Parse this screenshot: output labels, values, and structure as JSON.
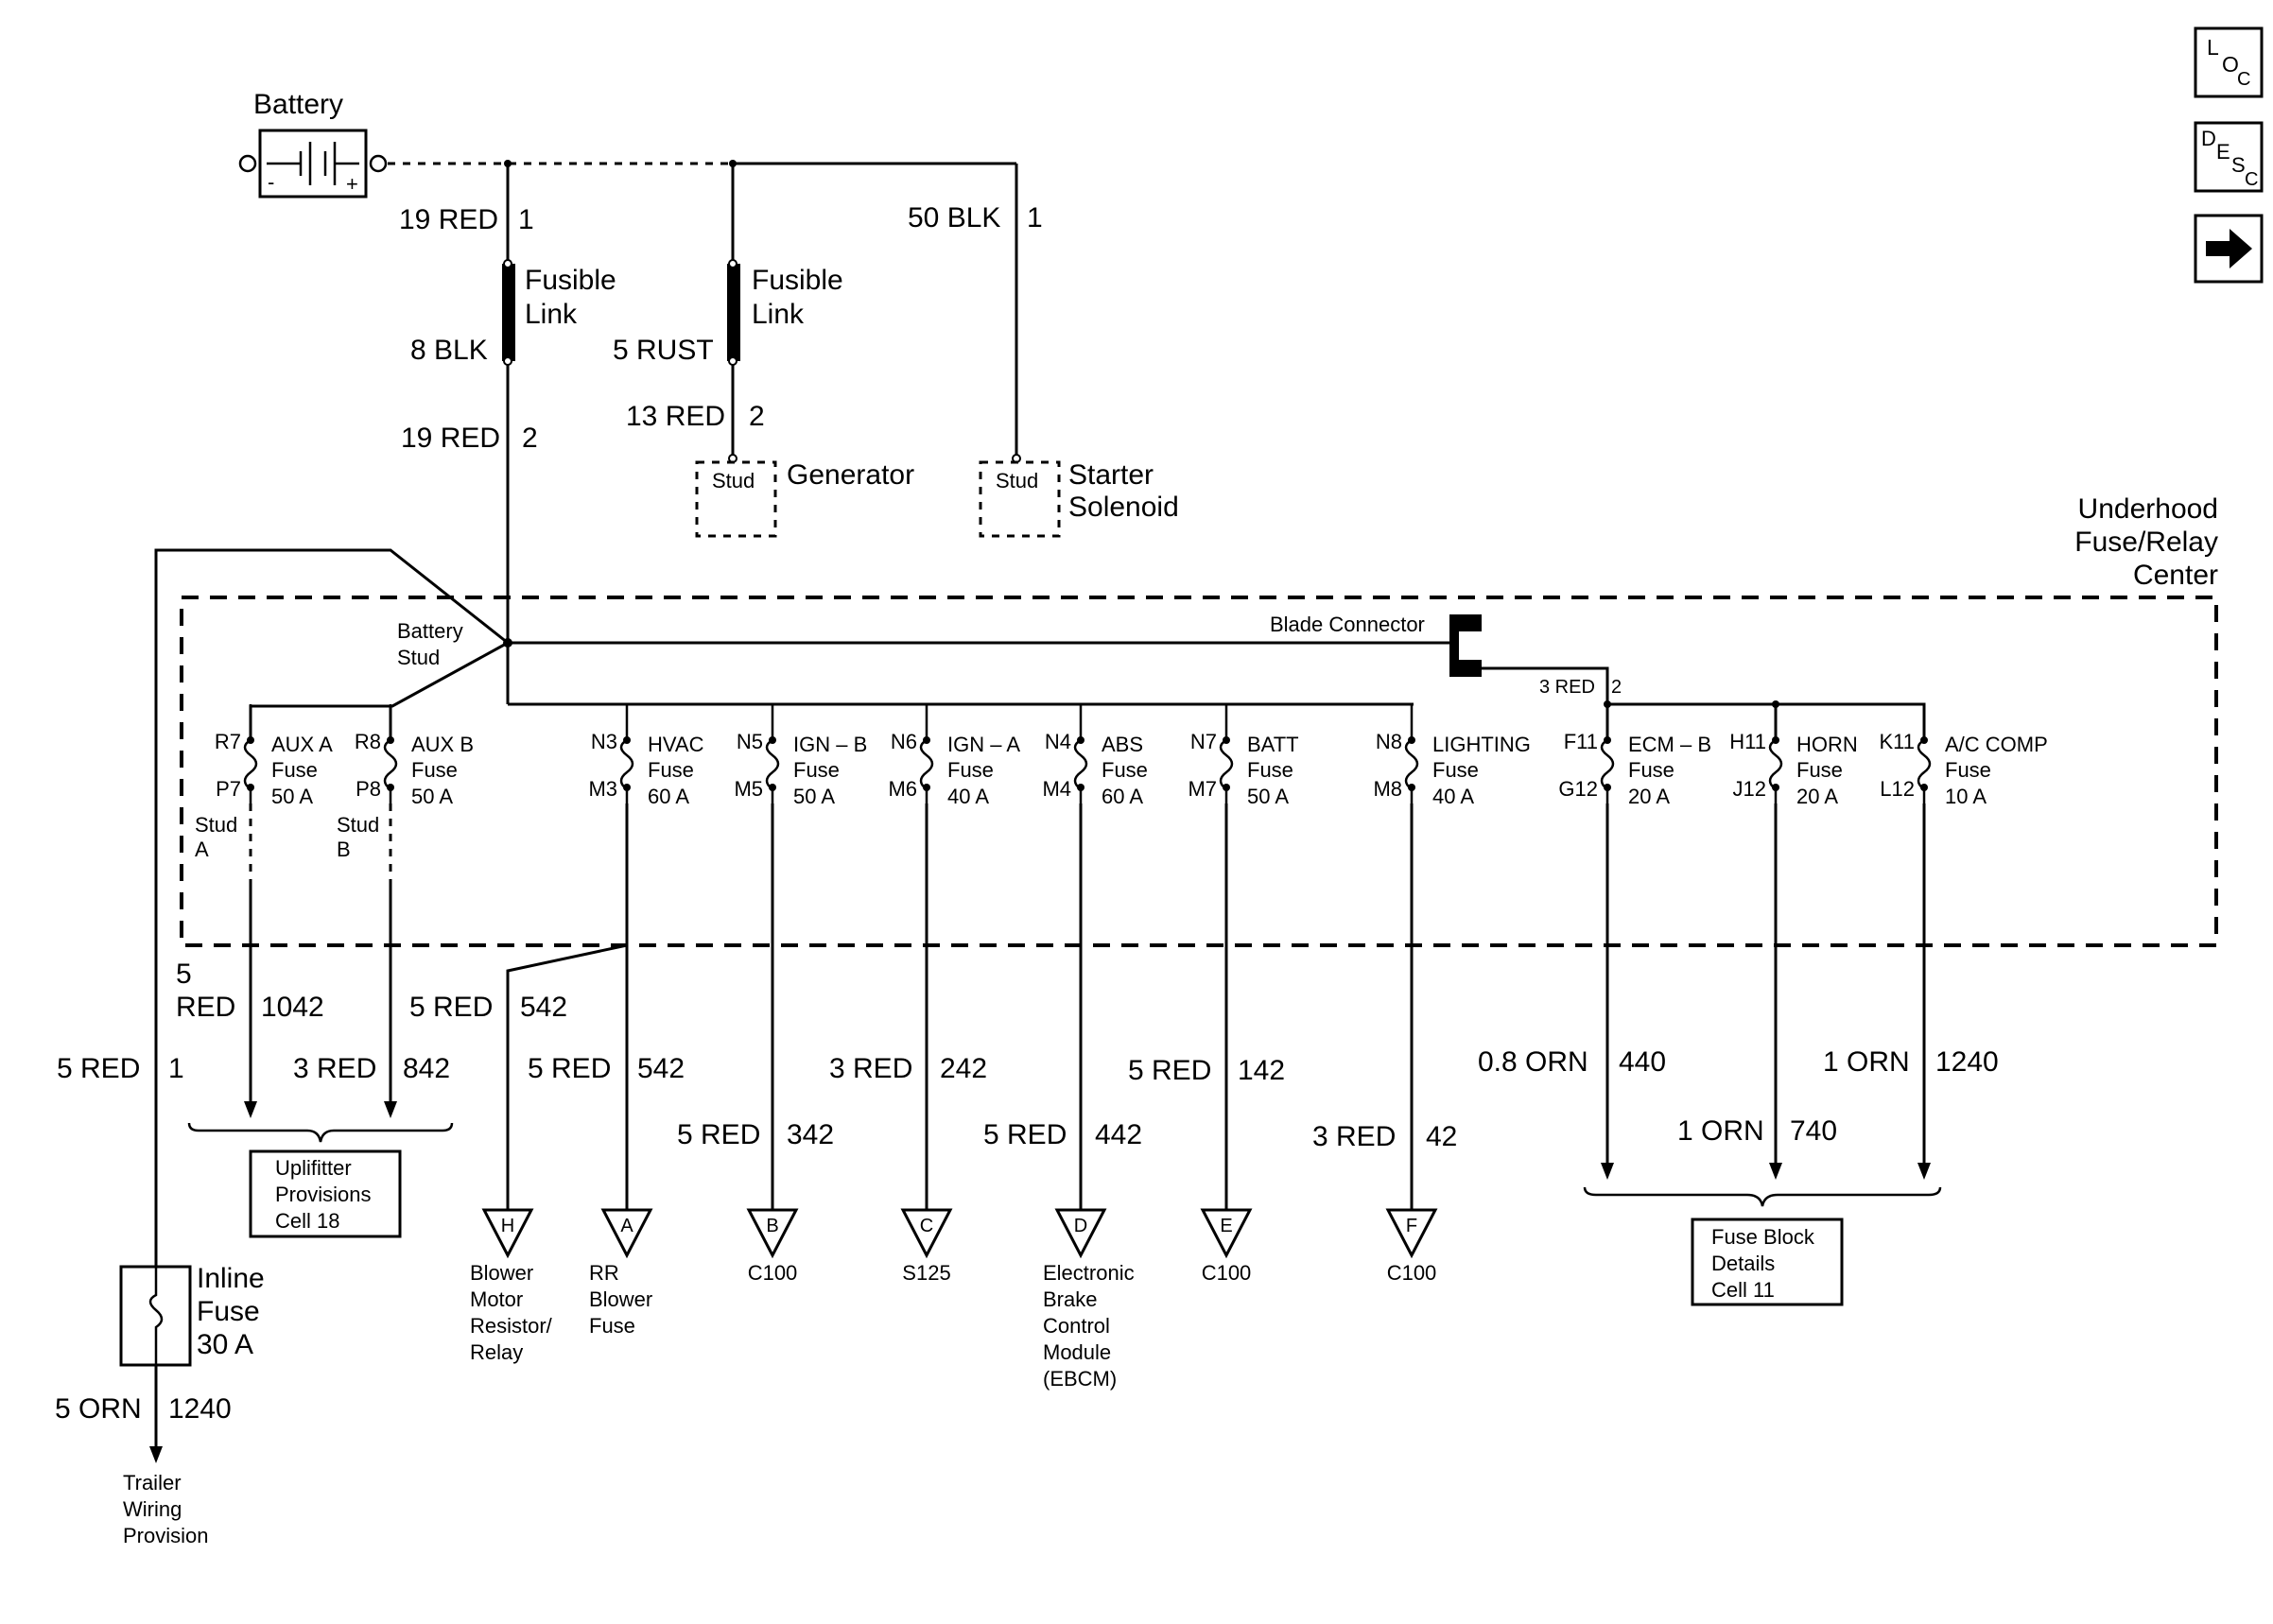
{
  "nav": {
    "loc": {
      "l": "L",
      "o": "O",
      "c": "C"
    },
    "desc": {
      "d": "D",
      "e": "E",
      "s": "S",
      "c": "C"
    },
    "next": "➔"
  },
  "battery": {
    "label": "Battery",
    "minus": "-",
    "plus": "+"
  },
  "top_wires": {
    "w1_gauge": "19 RED",
    "w1_pin": "1",
    "fl1_l1": "Fusible",
    "fl1_l2": "Link",
    "fl1_gauge": "8 BLK",
    "w1b_gauge": "19 RED",
    "w1b_pin": "2",
    "fl2_l1": "Fusible",
    "fl2_l2": "Link",
    "fl2_gauge": "5 RUST",
    "w2_gauge": "13 RED",
    "w2_pin": "2",
    "w3_gauge": "50 BLK",
    "w3_pin": "1"
  },
  "studs": {
    "gen_stud": "Stud",
    "gen_label": "Generator",
    "start_stud": "Stud",
    "start_l1": "Starter",
    "start_l2": "Solenoid"
  },
  "center": {
    "l1": "Underhood",
    "l2": "Fuse/Relay",
    "l3": "Center"
  },
  "battery_stud": {
    "l1": "Battery",
    "l2": "Stud"
  },
  "blade": {
    "label": "Blade Connector",
    "wire": "3 RED",
    "pin": "2"
  },
  "fuses": [
    {
      "top": "R7",
      "bot": "P7",
      "l1": "AUX A",
      "l2": "Fuse",
      "l3": "50 A"
    },
    {
      "top": "R8",
      "bot": "P8",
      "l1": "AUX B",
      "l2": "Fuse",
      "l3": "50 A"
    },
    {
      "top": "N3",
      "bot": "M3",
      "l1": "HVAC",
      "l2": "Fuse",
      "l3": "60 A"
    },
    {
      "top": "N5",
      "bot": "M5",
      "l1": "IGN – B",
      "l2": "Fuse",
      "l3": "50 A"
    },
    {
      "top": "N6",
      "bot": "M6",
      "l1": "IGN – A",
      "l2": "Fuse",
      "l3": "40 A"
    },
    {
      "top": "N4",
      "bot": "M4",
      "l1": "ABS",
      "l2": "Fuse",
      "l3": "60 A"
    },
    {
      "top": "N7",
      "bot": "M7",
      "l1": "BATT",
      "l2": "Fuse",
      "l3": "50 A"
    },
    {
      "top": "N8",
      "bot": "M8",
      "l1": "LIGHTING",
      "l2": "Fuse",
      "l3": "40 A"
    },
    {
      "top": "F11",
      "bot": "G12",
      "l1": "ECM – B",
      "l2": "Fuse",
      "l3": "20 A"
    },
    {
      "top": "H11",
      "bot": "J12",
      "l1": "HORN",
      "l2": "Fuse",
      "l3": "20 A"
    },
    {
      "top": "K11",
      "bot": "L12",
      "l1": "A/C COMP",
      "l2": "Fuse",
      "l3": "10 A"
    }
  ],
  "stud_ab": {
    "a1": "Stud",
    "a2": "A",
    "b1": "Stud",
    "b2": "B"
  },
  "wires": {
    "aux5red_a": "5",
    "aux5red_b": "RED",
    "c1042": "1042",
    "r542a": "5 RED",
    "c542a": "542",
    "r1": "5 RED",
    "c1": "1",
    "r842": "3 RED",
    "c842": "842",
    "r542b": "5 RED",
    "c542b": "542",
    "r242": "3 RED",
    "c242": "242",
    "r142": "5 RED",
    "c142": "142",
    "r342": "5 RED",
    "c342": "342",
    "r442": "5 RED",
    "c442": "442",
    "r42": "3 RED",
    "c42": "42",
    "r440": "0.8 ORN",
    "c440": "440",
    "r1240": "1 ORN",
    "c1240": "1240",
    "r740": "1 ORN",
    "c740": "740",
    "r_orn": "5 ORN",
    "c_orn": "1240"
  },
  "uplifter": {
    "l1": "Uplifitter",
    "l2": "Provisions",
    "l3": "Cell 18"
  },
  "fuseblock": {
    "l1": "Fuse Block",
    "l2": "Details",
    "l3": "Cell 11"
  },
  "connectors": [
    {
      "letter": "H",
      "lines": [
        "Blower",
        "Motor",
        "Resistor/",
        "Relay"
      ]
    },
    {
      "letter": "A",
      "lines": [
        "RR",
        "Blower",
        "Fuse"
      ]
    },
    {
      "letter": "B",
      "lines": [
        "C100"
      ]
    },
    {
      "letter": "C",
      "lines": [
        "S125"
      ]
    },
    {
      "letter": "D",
      "lines": [
        "Electronic",
        "Brake",
        "Control",
        "Module",
        "(EBCM)"
      ]
    },
    {
      "letter": "E",
      "lines": [
        "C100"
      ]
    },
    {
      "letter": "F",
      "lines": [
        "C100"
      ]
    }
  ],
  "inline_fuse": {
    "l1": "Inline",
    "l2": "Fuse",
    "l3": "30 A"
  },
  "trailer": {
    "l1": "Trailer",
    "l2": "Wiring",
    "l3": "Provision"
  }
}
